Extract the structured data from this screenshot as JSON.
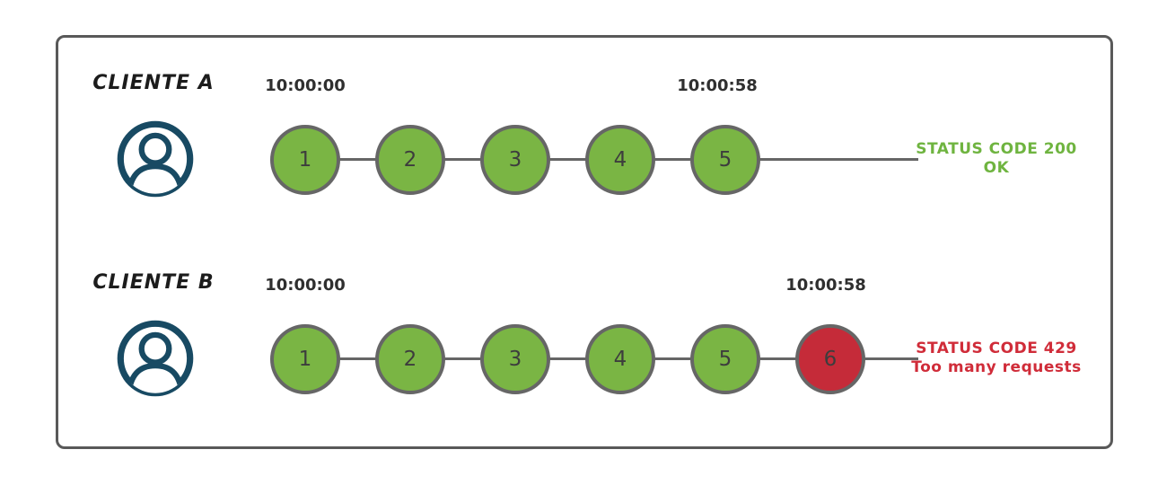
{
  "colors": {
    "success_circle": "#7ab544",
    "error_circle": "#c52b39",
    "success_text": "#6fb440",
    "error_text": "#d02c39",
    "line": "#666666",
    "box_border": "#595959",
    "user_icon": "#184a63"
  },
  "rows": [
    {
      "client": "CLIENTE A",
      "start_time": "10:00:00",
      "end_time": "10:00:58",
      "requests": [
        {
          "label": "1",
          "status": "success"
        },
        {
          "label": "2",
          "status": "success"
        },
        {
          "label": "3",
          "status": "success"
        },
        {
          "label": "4",
          "status": "success"
        },
        {
          "label": "5",
          "status": "success"
        }
      ],
      "status": {
        "type": "success",
        "line1": "STATUS CODE 200",
        "line2": "OK"
      }
    },
    {
      "client": "CLIENTE B",
      "start_time": "10:00:00",
      "end_time": "10:00:58",
      "requests": [
        {
          "label": "1",
          "status": "success"
        },
        {
          "label": "2",
          "status": "success"
        },
        {
          "label": "3",
          "status": "success"
        },
        {
          "label": "4",
          "status": "success"
        },
        {
          "label": "5",
          "status": "success"
        },
        {
          "label": "6",
          "status": "error"
        }
      ],
      "status": {
        "type": "error",
        "line1": "STATUS CODE 429",
        "line2": "Too many requests"
      }
    }
  ]
}
